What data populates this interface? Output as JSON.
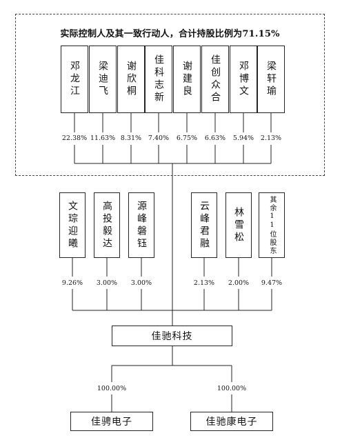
{
  "title": "实际控制人及其一致行动人，合计持股比例为71.15%",
  "controllers": [
    {
      "name": "邓龙江",
      "pct": "22.38%"
    },
    {
      "name": "梁迪飞",
      "pct": "11.63%"
    },
    {
      "name": "谢欣桐",
      "pct": "8.31%"
    },
    {
      "name": "佳科志新",
      "pct": "7.40%"
    },
    {
      "name": "谢建良",
      "pct": "6.75%"
    },
    {
      "name": "佳创众合",
      "pct": "6.63%"
    },
    {
      "name": "邓博文",
      "pct": "5.94%"
    },
    {
      "name": "梁轩瑜",
      "pct": "2.13%"
    }
  ],
  "others": [
    {
      "name": "文琮迎曦",
      "pct": "9.26%"
    },
    {
      "name": "高投毅达",
      "pct": "3.00%"
    },
    {
      "name": "源峰磐钰",
      "pct": "3.00%"
    },
    {
      "name": "云峰君融",
      "pct": "2.13%"
    },
    {
      "name": "林雪松",
      "pct": "2.00%"
    },
    {
      "name": "其余11位股东",
      "pct": "9.47%"
    }
  ],
  "company": "佳驰科技",
  "subsidiaries": [
    {
      "name": "佳骋电子",
      "pct": "100.00%"
    },
    {
      "name": "佳驰康电子",
      "pct": "100.00%"
    }
  ]
}
